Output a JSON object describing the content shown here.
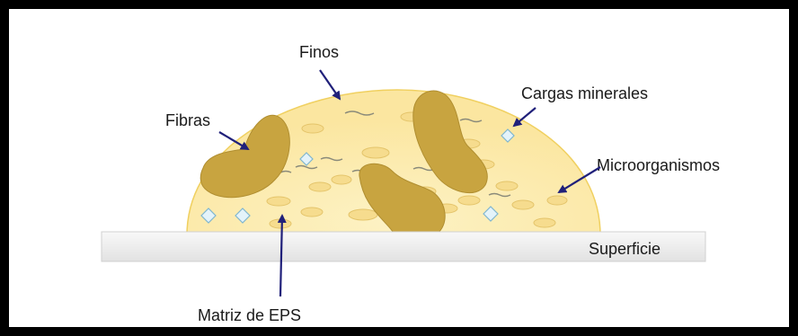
{
  "labels": {
    "finos": "Finos",
    "fibras": "Fibras",
    "cargas_minerales": "Cargas minerales",
    "microorganismos": "Microorganismos",
    "superficie": "Superficie",
    "matriz_eps": "Matriz de EPS"
  },
  "colors": {
    "frame": "#000000",
    "matrix_fill": "#fbe8a6",
    "matrix_edge": "#f0d060",
    "fiber": "#c8a440",
    "fiber_edge": "#b08e30",
    "microorganism": "#f5d98a",
    "mineral": "#d9eef7",
    "mineral_edge": "#7fb6cf",
    "arrow": "#20207a",
    "surface": "#efefef"
  }
}
